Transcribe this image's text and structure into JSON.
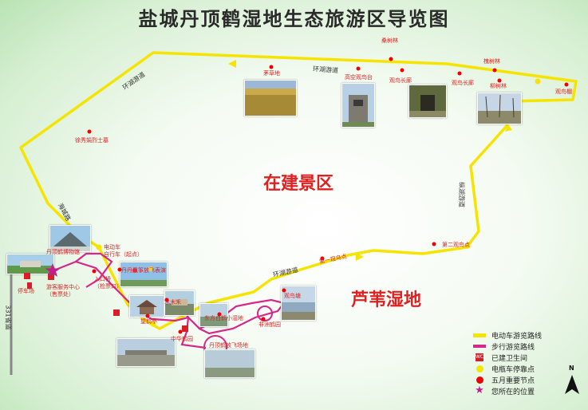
{
  "title": "盐城丹顶鹤湿地生态旅游区导览图",
  "zones": {
    "construction": "在建景区",
    "reed_wetland": "芦苇湿地"
  },
  "roads": {
    "lake_road_top": "环湖游道",
    "lake_road_left": "环湖游道",
    "lake_road_mid": "环湖游道",
    "haicheng_road": "海城路",
    "zhongyang_road": "纵湖游道",
    "route_331": "331省道"
  },
  "pois": {
    "mao_cao_di": "茅草地",
    "gao_kong_guan_niao_tai": "高空观鸟台",
    "guan_niao_chang_lang_1": "观鸟长廊",
    "guan_niao_chang_lang_2": "观鸟长廊",
    "sang_shu_lin": "桑树林",
    "huai_shu_lin": "槐树林",
    "liu_shu_lin": "柳树林",
    "guan_niao_peng": "观鸟棚",
    "xu_xiu_juan": "徐秀娟烈士墓",
    "dan_ding_he_museum": "丹顶鹤博物馆",
    "dian_dong_che": "电动车\n自行车（起点）",
    "ru_kou_qiao": "入口桥\n（检票口）",
    "visitor_center": "游客服务中心\n（售票处）",
    "parking": "停车场",
    "flying_show": "丹丹风筝放飞表演",
    "wang_he_ting": "望鹤亭",
    "shui_mu_he": "水木禾",
    "zhong_hua_he_yuan": "中华鹤园",
    "dong_fang_bai_he": "东方白鹤小湿地",
    "dan_ding_he_fly": "丹顶鹤放飞场地",
    "guan_niao_tang": "观鸟塘",
    "fei_zhou_he_yuan": "非洲鹤园",
    "di_yi_guan_niao_dian": "第一观鸟点",
    "di_er_guan_niao_dian": "第二观鸟点"
  },
  "legend": [
    {
      "icon": "yellow-line",
      "label": "电动车游览路线"
    },
    {
      "icon": "purple-line",
      "label": "步行游览路线"
    },
    {
      "icon": "toilet-icon",
      "label": "已建卫生间"
    },
    {
      "icon": "yellow-dot",
      "label": "电瓶车停靠点"
    },
    {
      "icon": "red-dot",
      "label": "五月重要节点"
    },
    {
      "icon": "star-icon",
      "label": "您所在的位置"
    }
  ],
  "compass": "N",
  "colors": {
    "electric_route": "#f5e400",
    "walking_route": "#d6288a",
    "poi_red": "#e00000",
    "zone_text": "#e02020"
  }
}
